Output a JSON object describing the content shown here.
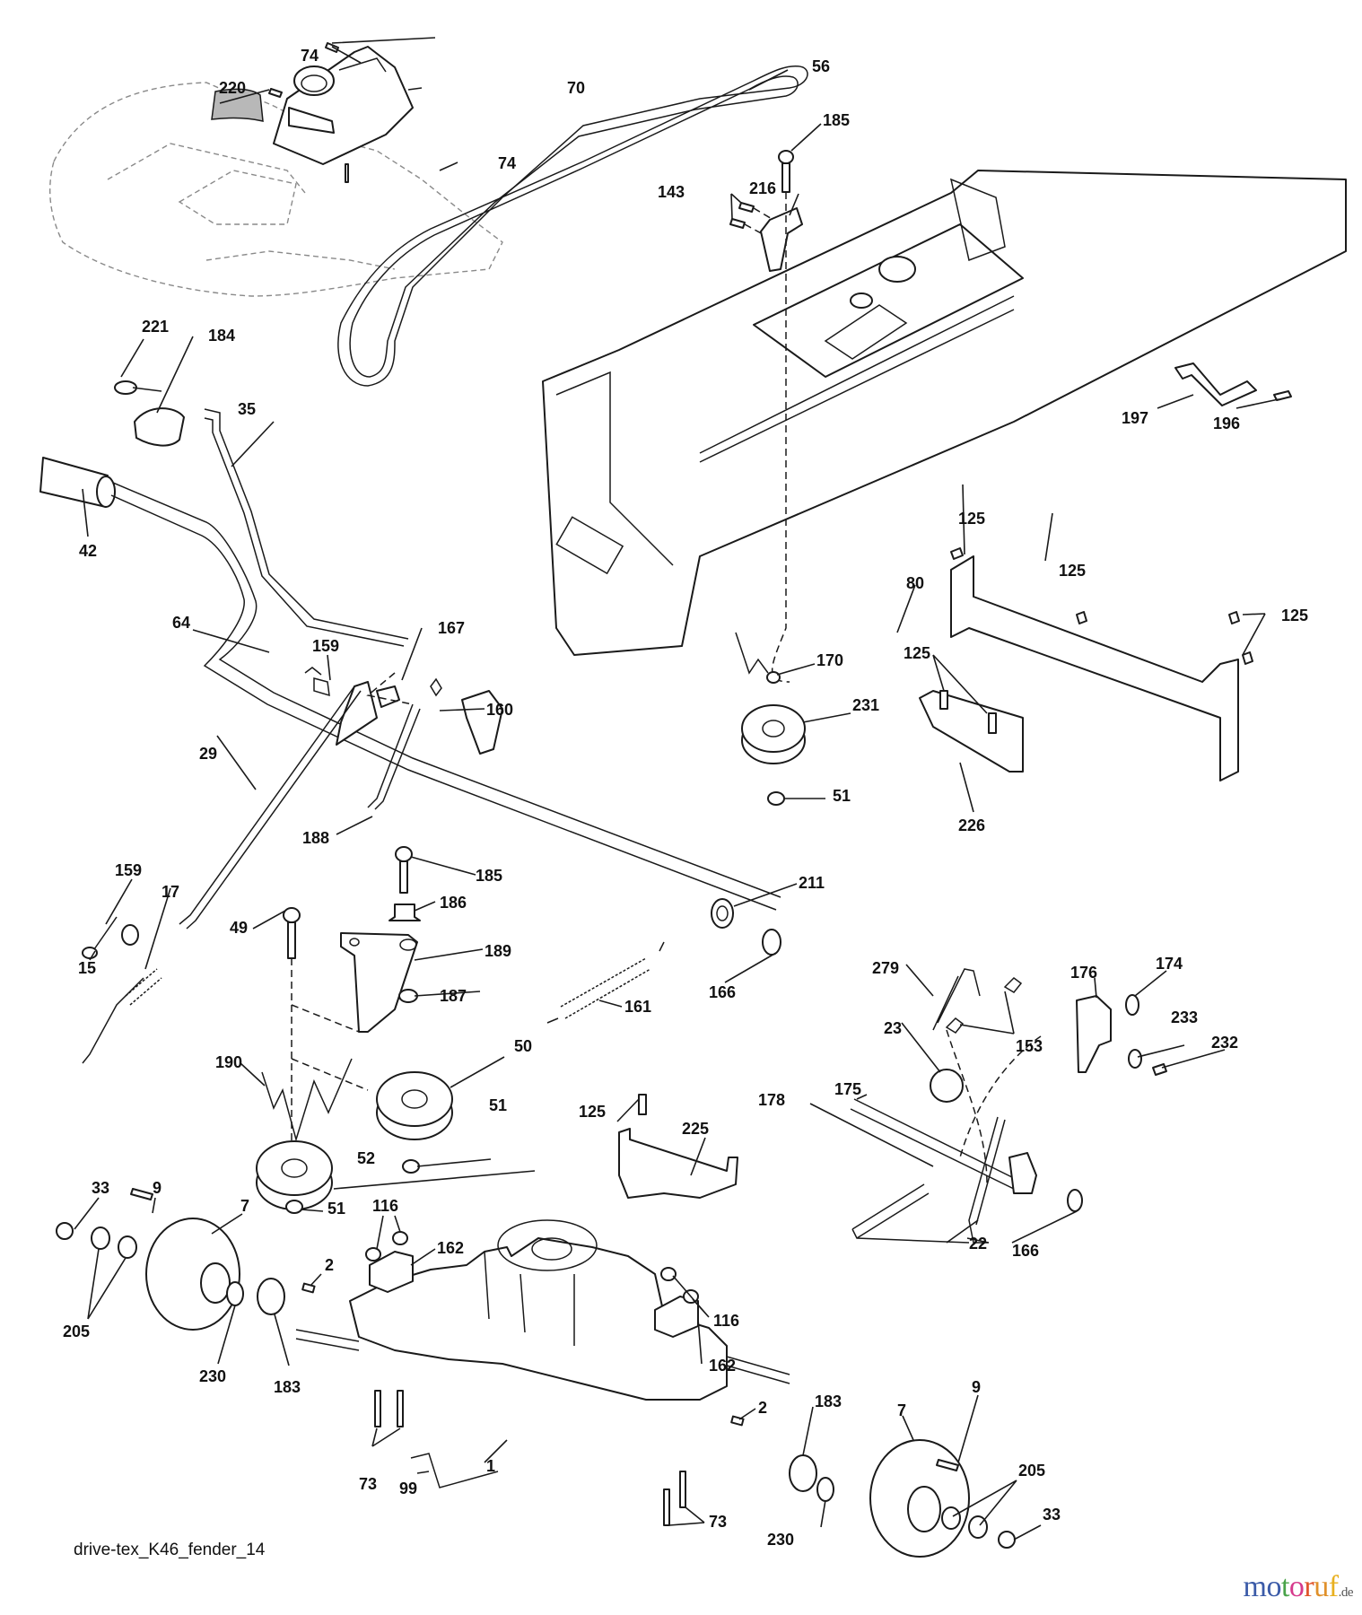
{
  "diagram": {
    "title": "drive-tex_K46_fender_14",
    "watermark": {
      "letters": [
        {
          "ch": "m",
          "color": "#3b5ba8"
        },
        {
          "ch": "o",
          "color": "#3b5ba8"
        },
        {
          "ch": "t",
          "color": "#4aa34a"
        },
        {
          "ch": "o",
          "color": "#d63a8c"
        },
        {
          "ch": "r",
          "color": "#e0542a"
        },
        {
          "ch": "u",
          "color": "#e0902a"
        },
        {
          "ch": "f",
          "color": "#e8b020"
        }
      ],
      "tld": ".de"
    },
    "callouts": [
      {
        "id": "c74a",
        "label": "74"
      },
      {
        "id": "c220",
        "label": "220"
      },
      {
        "id": "c70",
        "label": "70"
      },
      {
        "id": "c74b",
        "label": "74"
      },
      {
        "id": "c56",
        "label": "56"
      },
      {
        "id": "c185a",
        "label": "185"
      },
      {
        "id": "c143",
        "label": "143"
      },
      {
        "id": "c216",
        "label": "216"
      },
      {
        "id": "c221",
        "label": "221"
      },
      {
        "id": "c184",
        "label": "184"
      },
      {
        "id": "c35",
        "label": "35"
      },
      {
        "id": "c197",
        "label": "197"
      },
      {
        "id": "c196",
        "label": "196"
      },
      {
        "id": "c42",
        "label": "42"
      },
      {
        "id": "c125a",
        "label": "125"
      },
      {
        "id": "c125b",
        "label": "125"
      },
      {
        "id": "c80",
        "label": "80"
      },
      {
        "id": "c125c",
        "label": "125"
      },
      {
        "id": "c125d",
        "label": "125"
      },
      {
        "id": "c64",
        "label": "64"
      },
      {
        "id": "c159a",
        "label": "159"
      },
      {
        "id": "c167",
        "label": "167"
      },
      {
        "id": "c160",
        "label": "160"
      },
      {
        "id": "c170",
        "label": "170"
      },
      {
        "id": "c231",
        "label": "231"
      },
      {
        "id": "c51a",
        "label": "51"
      },
      {
        "id": "c226",
        "label": "226"
      },
      {
        "id": "c29",
        "label": "29"
      },
      {
        "id": "c188",
        "label": "188"
      },
      {
        "id": "c185b",
        "label": "185"
      },
      {
        "id": "c211",
        "label": "211"
      },
      {
        "id": "c159b",
        "label": "159"
      },
      {
        "id": "c17",
        "label": "17"
      },
      {
        "id": "c49",
        "label": "49"
      },
      {
        "id": "c186",
        "label": "186"
      },
      {
        "id": "c15",
        "label": "15"
      },
      {
        "id": "c189",
        "label": "189"
      },
      {
        "id": "c166a",
        "label": "166"
      },
      {
        "id": "c187",
        "label": "187"
      },
      {
        "id": "c161",
        "label": "161"
      },
      {
        "id": "c279",
        "label": "279"
      },
      {
        "id": "c176",
        "label": "176"
      },
      {
        "id": "c174",
        "label": "174"
      },
      {
        "id": "c23",
        "label": "23"
      },
      {
        "id": "c153",
        "label": "153"
      },
      {
        "id": "c233",
        "label": "233"
      },
      {
        "id": "c232",
        "label": "232"
      },
      {
        "id": "c190",
        "label": "190"
      },
      {
        "id": "c50",
        "label": "50"
      },
      {
        "id": "c175",
        "label": "175"
      },
      {
        "id": "c178",
        "label": "178"
      },
      {
        "id": "c51b",
        "label": "51"
      },
      {
        "id": "c125e",
        "label": "125"
      },
      {
        "id": "c225",
        "label": "225"
      },
      {
        "id": "c52",
        "label": "52"
      },
      {
        "id": "c33a",
        "label": "33"
      },
      {
        "id": "c9a",
        "label": "9"
      },
      {
        "id": "c116a",
        "label": "116"
      },
      {
        "id": "c7a",
        "label": "7"
      },
      {
        "id": "c51c",
        "label": "51"
      },
      {
        "id": "c162a",
        "label": "162"
      },
      {
        "id": "c22",
        "label": "22"
      },
      {
        "id": "c166b",
        "label": "166"
      },
      {
        "id": "c2a",
        "label": "2"
      },
      {
        "id": "c205a",
        "label": "205"
      },
      {
        "id": "c116b",
        "label": "116"
      },
      {
        "id": "c230a",
        "label": "230"
      },
      {
        "id": "c183a",
        "label": "183"
      },
      {
        "id": "c162b",
        "label": "162"
      },
      {
        "id": "c2b",
        "label": "2"
      },
      {
        "id": "c183b",
        "label": "183"
      },
      {
        "id": "c7b",
        "label": "7"
      },
      {
        "id": "c9b",
        "label": "9"
      },
      {
        "id": "c1",
        "label": "1"
      },
      {
        "id": "c73a",
        "label": "73"
      },
      {
        "id": "c99",
        "label": "99"
      },
      {
        "id": "c205b",
        "label": "205"
      },
      {
        "id": "c73b",
        "label": "73"
      },
      {
        "id": "c230b",
        "label": "230"
      },
      {
        "id": "c33b",
        "label": "33"
      }
    ]
  }
}
